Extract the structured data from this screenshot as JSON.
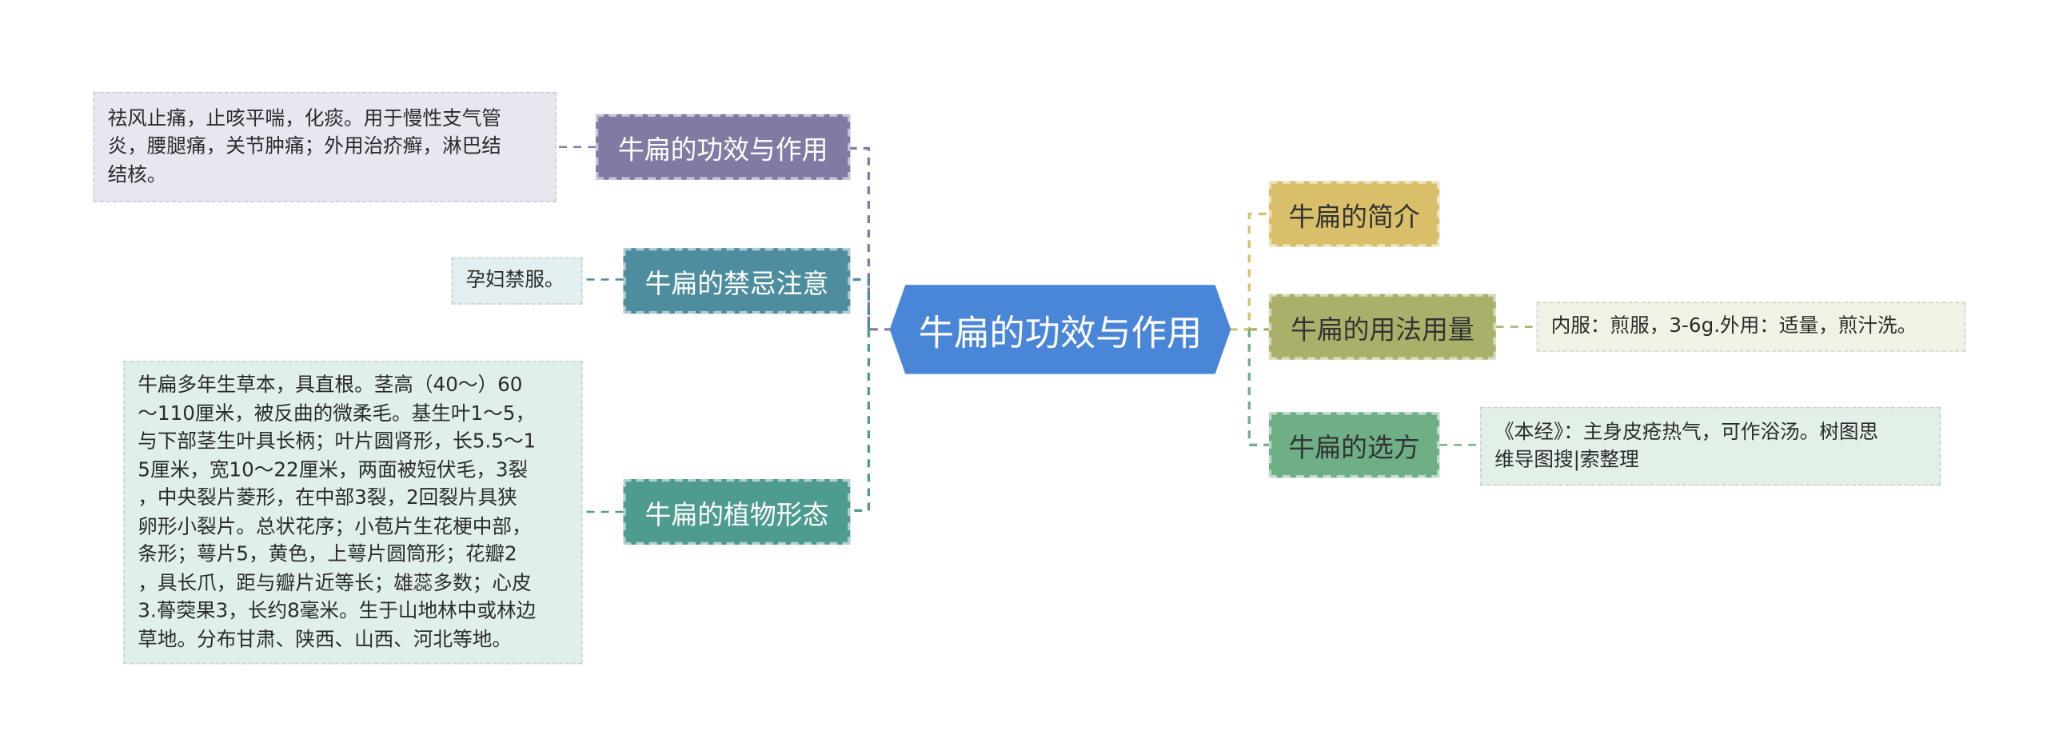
{
  "center": {
    "label": "牛扁的功效与作用",
    "color": "#4A86D8"
  },
  "left_branches": [
    {
      "label": "牛扁的功效与作用",
      "color": "#7F7BA3",
      "note": "祛风止痛，止咳平喘，化痰。用于慢性支气管炎，腰腿痛，关节肿痛；外用治疥癣，淋巴结结核。",
      "note_lines": [
        "祛风止痛，止咳平喘，化痰。用于慢性支气管",
        "炎，腰腿痛，关节肿痛；外用治疥癣，淋巴结",
        "结核。"
      ],
      "note_bg": "#E8E7F0"
    },
    {
      "label": "牛扁的禁忌注意",
      "color": "#4D8D9D",
      "note": "孕妇禁服。",
      "note_lines": [
        "孕妇禁服。"
      ],
      "note_bg": "#E3EEF1"
    },
    {
      "label": "牛扁的植物形态",
      "color": "#4E9B8F",
      "note": "牛扁多年生草本，具直根。茎高（40～）60～110厘米，被反曲的微柔毛。基生叶1～5，与下部茎生叶具长柄；叶片圆肾形，长5.5～15厘米，宽10～22厘米，两面被短伏毛，3裂，中央裂片菱形，在中部3裂，2回裂片具狭卵形小裂片。总状花序；小苞片生花梗中部，条形；萼片5，黄色，上萼片圆筒形；花瓣2，具长爪，距与瓣片近等长；雄蕊多数；心皮3.蓇葖果3，长约8毫米。生于山地林中或林边草地。分布甘肃、陕西、山西、河北等地。",
      "note_lines": [
        "牛扁多年生草本，具直根。茎高（40～）60",
        "～110厘米，被反曲的微柔毛。基生叶1～5，",
        "与下部茎生叶具长柄；叶片圆肾形，长5.5～1",
        "5厘米，宽10～22厘米，两面被短伏毛，3裂",
        "，中央裂片菱形，在中部3裂，2回裂片具狭",
        "卵形小裂片。总状花序；小苞片生花梗中部，",
        "条形；萼片5，黄色，上萼片圆筒形；花瓣2",
        "，具长爪，距与瓣片近等长；雄蕊多数；心皮",
        "3.蓇葖果3，长约8毫米。生于山地林中或林边",
        "草地。分布甘肃、陕西、山西、河北等地。"
      ],
      "note_bg": "#E0EFEC"
    }
  ],
  "right_branches": [
    {
      "label": "牛扁的简介",
      "color": "#D9BF69",
      "text_color": "#333333"
    },
    {
      "label": "牛扁的用法用量",
      "color": "#AAB06A",
      "text_color": "#333333",
      "note": "内服：煎服，3-6g.外用：适量，煎汁洗。",
      "note_lines": [
        "内服：煎服，3-6g.外用：适量，煎汁洗。"
      ],
      "note_bg": "#F1F2E6"
    },
    {
      "label": "牛扁的选方",
      "color": "#6FAF86",
      "text_color": "#333333",
      "note": "《本经》：主身皮疮热气，可作浴汤。树图思维导图搜|索整理",
      "note_lines": [
        "《本经》：主身皮疮热气，可作浴汤。树图思",
        "维导图搜|索整理"
      ],
      "note_bg": "#E3F0E7"
    }
  ],
  "connector_colors": {
    "left_trunk": "#4E9B8F",
    "left_top": "#7F7BA3",
    "left_mid": "#4D8D9D",
    "right_top": "#D9BF69",
    "right_mid": "#AAB06A",
    "right_bot": "#6FAF86"
  }
}
